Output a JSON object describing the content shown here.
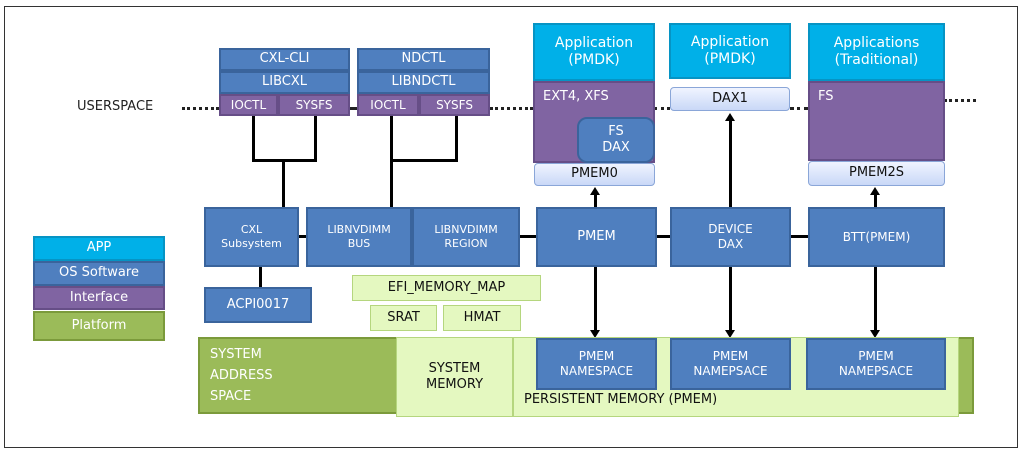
{
  "userspace_label": "USERSPACE",
  "userspace_tools": {
    "cxl": {
      "cli": "CXL-CLI",
      "lib": "LIBCXL",
      "ioctl": "IOCTL",
      "sysfs": "SYSFS"
    },
    "nd": {
      "cli": "NDCTL",
      "lib": "LIBNDCTL",
      "ioctl": "IOCTL",
      "sysfs": "SYSFS"
    }
  },
  "applications": [
    {
      "line1": "Application",
      "line2": "(PMDK)"
    },
    {
      "line1": "Application",
      "line2": "(PMDK)"
    },
    {
      "line1": "Applications",
      "line2": "(Traditional)"
    }
  ],
  "filesystems": {
    "ext4": "EXT4, XFS",
    "fsdax_line1": "FS",
    "fsdax_line2": "DAX",
    "pmem0": "PMEM0",
    "dax1": "DAX1",
    "fs": "FS",
    "pmem2s": "PMEM2S"
  },
  "kernel": {
    "cxl_subsystem": {
      "line1": "CXL",
      "line2": "Subsystem"
    },
    "libnvdimm_bus": {
      "line1": "LIBNVDIMM",
      "line2": "BUS"
    },
    "libnvdimm_region": {
      "line1": "LIBNVDIMM",
      "line2": "REGION"
    },
    "pmem": "PMEM",
    "device_dax": {
      "line1": "DEVICE",
      "line2": "DAX"
    },
    "btt": "BTT(PMEM)",
    "acpi": "ACPI0017"
  },
  "firmware_tables": {
    "efi": "EFI_MEMORY_MAP",
    "srat": "SRAT",
    "hmat": "HMAT"
  },
  "platform": {
    "system_address_space": [
      "SYSTEM",
      "ADDRESS",
      "SPACE"
    ],
    "system_memory": {
      "line1": "SYSTEM",
      "line2": "MEMORY"
    },
    "persistent_memory": "PERSISTENT MEMORY (PMEM)",
    "namespaces": [
      {
        "line1": "PMEM",
        "line2": "NAMESPACE"
      },
      {
        "line1": "PMEM",
        "line2": "NAMEPSACE"
      },
      {
        "line1": "PMEM",
        "line2": "NAMEPSACE"
      }
    ]
  },
  "legend": {
    "app": "APP",
    "os": "OS Software",
    "interface": "Interface",
    "platform": "Platform"
  },
  "colors": {
    "app": "#00b0e8",
    "os_software": "#4f7fbf",
    "interface": "#8064a2",
    "platform": "#9bbb59",
    "platform_light": "#e4f8c0"
  }
}
